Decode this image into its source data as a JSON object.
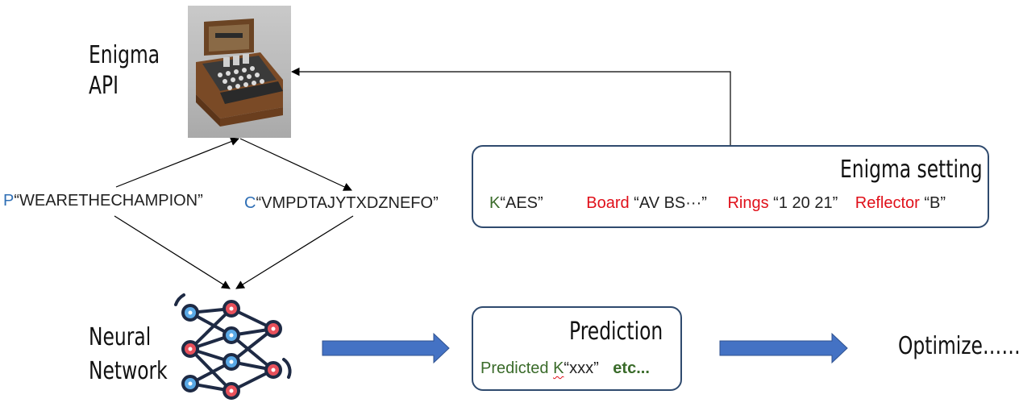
{
  "enigma_api": {
    "line1": "Enigma",
    "line2": "API"
  },
  "plaintext": {
    "prefix": "P",
    "value": "“WEARETHECHAMPION”"
  },
  "ciphertext": {
    "prefix": "C",
    "value": "“VMPDTAJYTXDZNEFO”"
  },
  "neural_network": {
    "line1": "Neural",
    "line2": "Network"
  },
  "enigma_setting": {
    "title": "Enigma setting",
    "key_label": "K",
    "key_value": "“AES”",
    "board_label": "Board",
    "board_value": " “AV BS···”",
    "rings_label": "Rings",
    "rings_value": " “1 20 21”",
    "reflector_label": "Reflector",
    "reflector_value": " “B”"
  },
  "prediction": {
    "title": "Prediction",
    "predicted_label": "Predicted ",
    "key_label": "K",
    "key_value": "“xxx”",
    "etc": "etc..."
  },
  "optimize": "Optimize……",
  "colors": {
    "box_border": "#2f4a6e",
    "arrow_fill": "#4472c4",
    "red": "#e0101a",
    "green": "#3a6b2a",
    "blue": "#2f6fb5"
  }
}
